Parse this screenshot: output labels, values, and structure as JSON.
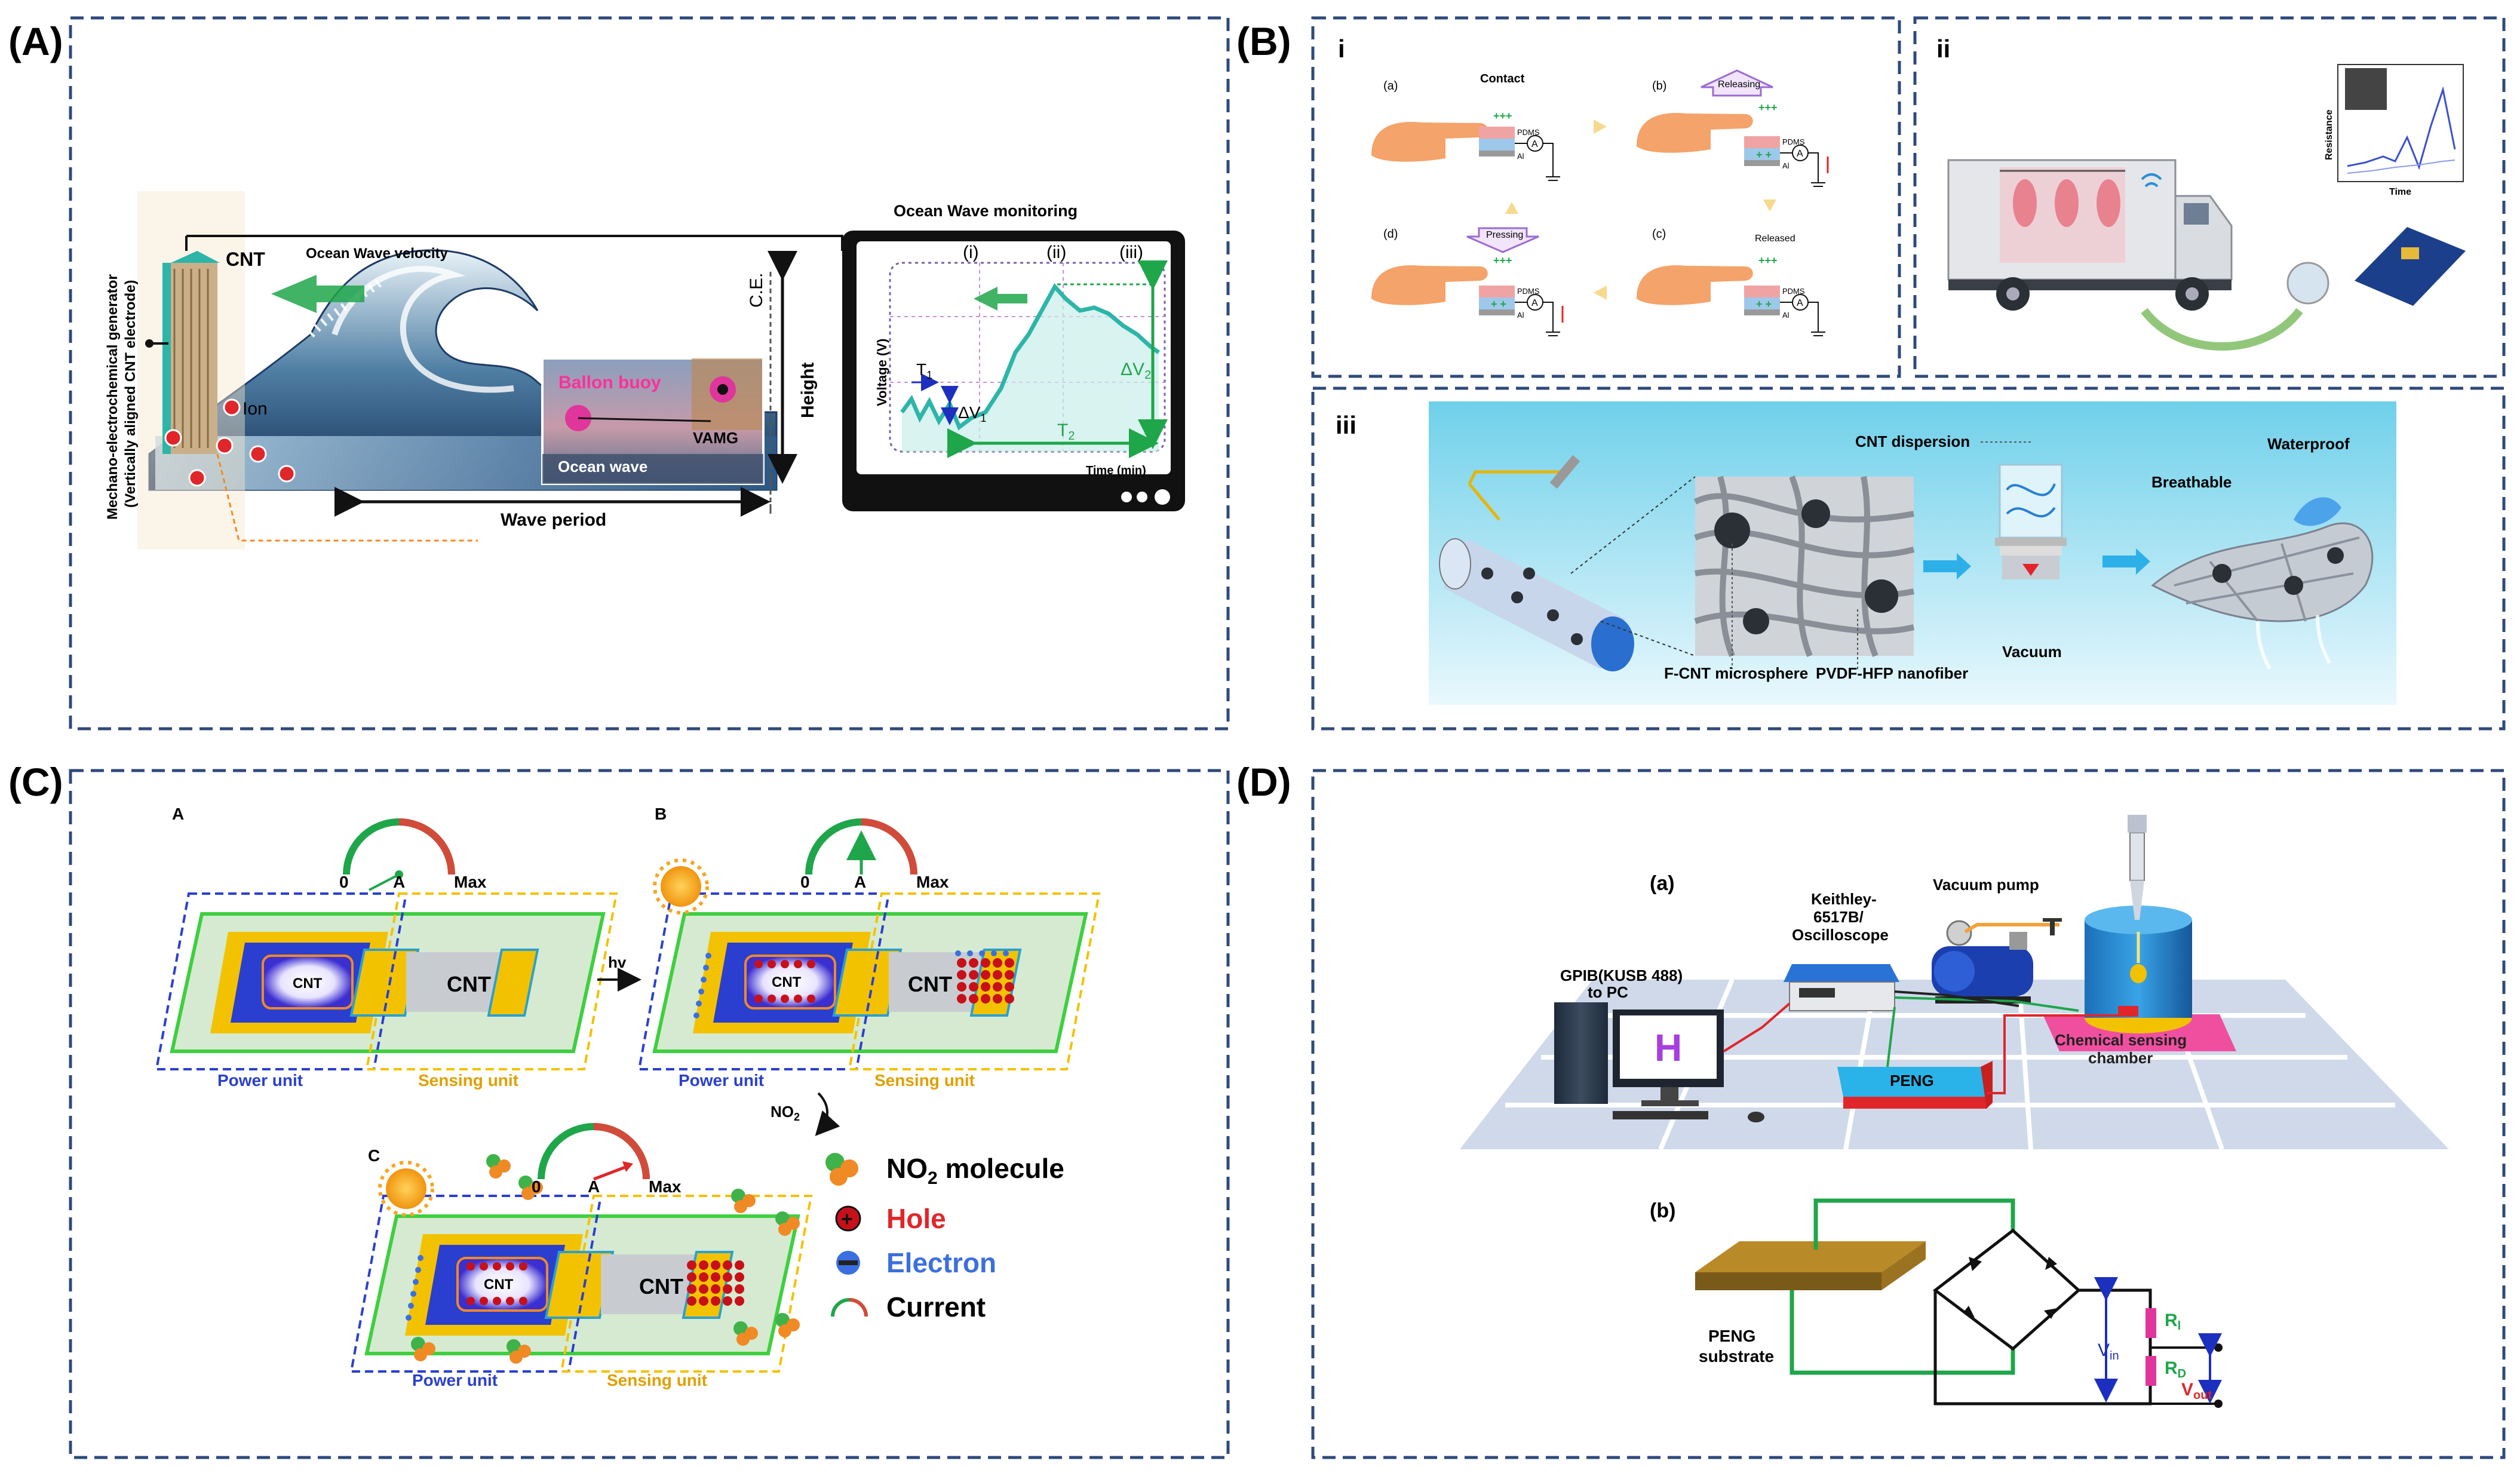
{
  "colors": {
    "frame": "#2f4a7a",
    "teal": "#2db5a8",
    "green": "#1fa64a",
    "red": "#e0262a",
    "blue": "#2a3fd0",
    "orange": "#f2a23a",
    "yellow": "#f2c200",
    "purple": "#9b6bd1",
    "magenta": "#e0359a"
  },
  "panelA": {
    "tag": "(A)",
    "cnt": "CNT",
    "ion": "Ion",
    "wave_velocity": "Ocean Wave velocity",
    "balloon": "Ballon buoy",
    "vamg": "VAMG",
    "ocean_wave": "Ocean wave",
    "ce": "C.E.",
    "height": "Height",
    "wave_period": "Wave period",
    "side_label_1": "Mechano-electrochemical generator",
    "side_label_2": "(Vertically aligned CNT electrode)",
    "monitor_title": "Ocean Wave monitoring",
    "phase_1": "(i)",
    "phase_2": "(ii)",
    "phase_3": "(iii)",
    "ylabel": "Voltage (V)",
    "xlabel": "Time (min)",
    "t1": "T",
    "t1_sub": "1",
    "dv1": "ΔV",
    "dv1_sub": "1",
    "dv2": "ΔV",
    "dv2_sub": "2",
    "t2": "T",
    "t2_sub": "2"
  },
  "panelB": {
    "tag": "(B)",
    "sub_i": "i",
    "sub_ii": "ii",
    "sub_iii": "iii",
    "step_a": "(a)",
    "step_b": "(b)",
    "step_c": "(c)",
    "step_d": "(d)",
    "contact": "Contact",
    "releasing": "Releasing",
    "released": "Released",
    "pressing": "Pressing",
    "pdms": "PDMS",
    "al": "Al",
    "meter": "A",
    "resistance": "Resistance",
    "time": "Time",
    "cnt_dispersion": "CNT dispersion",
    "breathable": "Breathable",
    "waterproof": "Waterproof",
    "fcnt": "F-CNT microsphere",
    "pvdf": "PVDF-HFP nanofiber",
    "vacuum": "Vacuum"
  },
  "panelC": {
    "tag": "(C)",
    "label_a": "A",
    "label_b": "B",
    "label_c": "C",
    "gauge_zero": "0",
    "gauge_a": "A",
    "gauge_max": "Max",
    "cnt": "CNT",
    "hv": "hv",
    "no2_arrow": "NO",
    "no2_sub": "2",
    "power_unit": "Power unit",
    "sensing_unit": "Sensing unit",
    "legend_no2": "NO",
    "legend_no2_sub": "2",
    "legend_no2_tail": " molecule",
    "legend_hole": "Hole",
    "legend_electron": "Electron",
    "legend_current": "Current"
  },
  "panelD": {
    "tag": "(D)",
    "sub_a": "(a)",
    "sub_b": "(b)",
    "keithley_1": "Keithley-",
    "keithley_2": "6517B/",
    "keithley_3": "Oscilloscope",
    "vacuum_pump": "Vacuum pump",
    "gpib_1": "GPIB(KUSB 488)",
    "gpib_2": "to PC",
    "chamber_1": "Chemical sensing",
    "chamber_2": "chamber",
    "peng": "PENG",
    "peng_substrate_1": "PENG",
    "peng_substrate_2": "substrate",
    "vin": "V",
    "vin_sub": "in",
    "rl": "R",
    "rl_sub": "l",
    "rd": "R",
    "rd_sub": "D",
    "vout": "V",
    "vout_sub": "out"
  }
}
